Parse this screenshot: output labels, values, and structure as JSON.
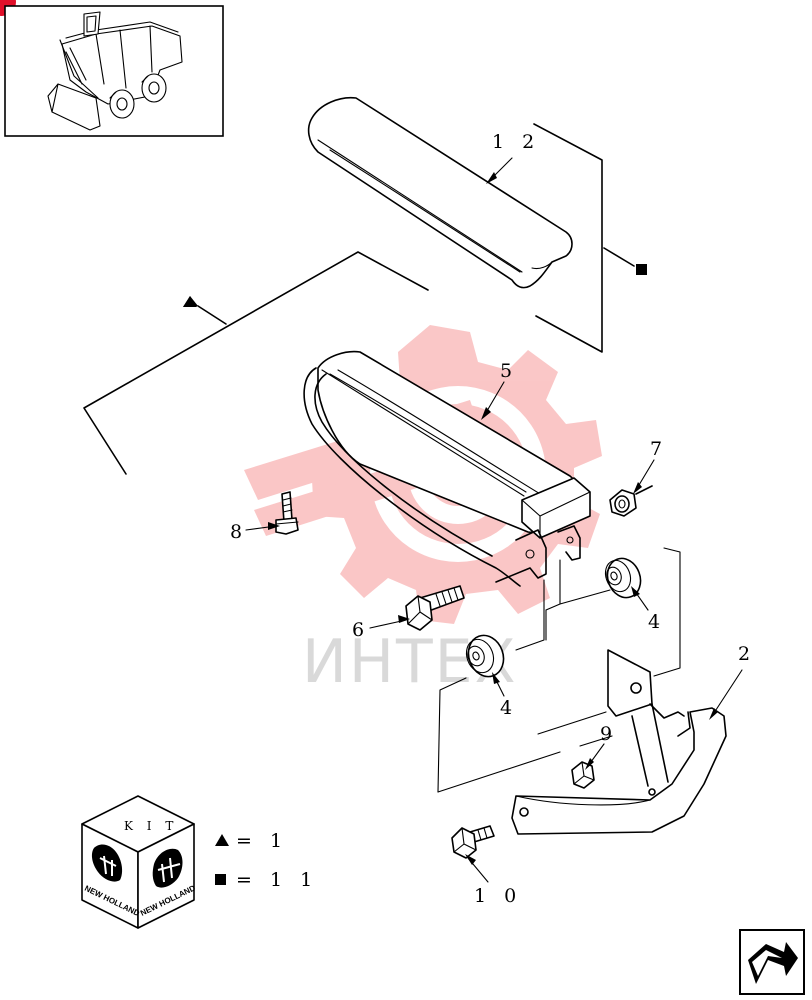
{
  "callouts": {
    "seat_cover": "1 2",
    "seat_cushion": "5",
    "nut_top": "7",
    "bolt_left": "8",
    "bearing_right": "4",
    "bolt_main": "6",
    "bearing_left": "4",
    "bracket": "2",
    "nut_lower": "9",
    "bolt_lower": "1 0"
  },
  "kit": {
    "box_label": "K I T",
    "brand": "NEW HOLLAND",
    "legend": [
      {
        "symbol": "triangle",
        "text": "= 1"
      },
      {
        "symbol": "square",
        "text": "= 1 1"
      }
    ]
  },
  "watermark": {
    "text": "ИНТЕХ",
    "color": "#f26b6b"
  },
  "colors": {
    "line": "#000000",
    "corner_mark": "#e0102a"
  },
  "icons": {
    "nav": "return-arrow-icon",
    "thumbnail": "skid-steer-loader-icon"
  }
}
